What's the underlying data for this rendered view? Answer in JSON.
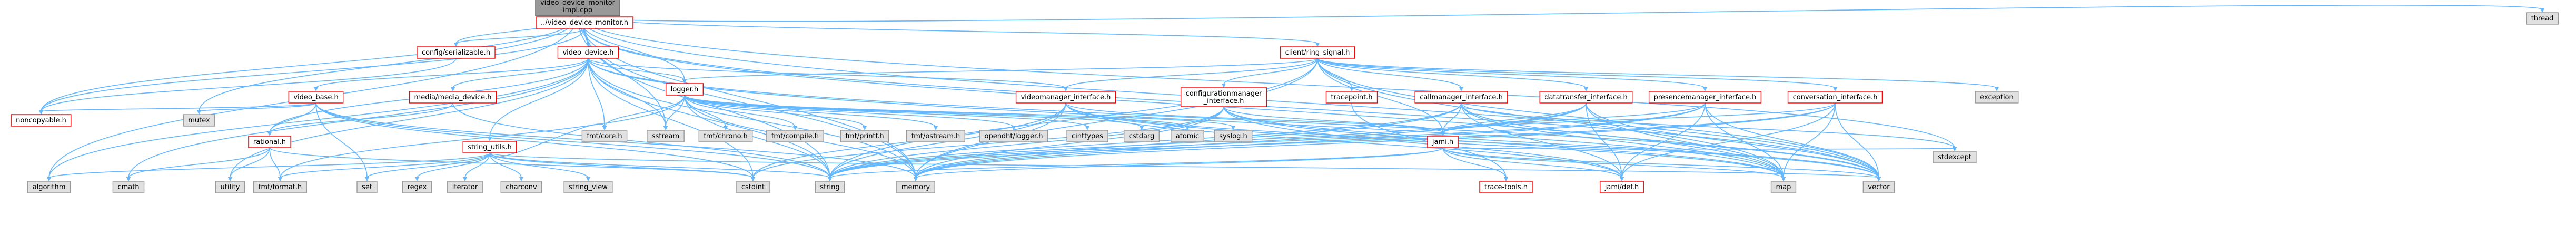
{
  "colors": {
    "root_fill": "#999999",
    "root_stroke": "#666666",
    "project_fill": "#ffffff",
    "project_stroke": "#ff0000",
    "system_fill": "#e0e0e0",
    "system_stroke": "#999999",
    "edge": "#63b8ff"
  },
  "nodes": [
    {
      "id": "root",
      "kind": "root",
      "label": [
        "video_device_monitor",
        "impl.cpp"
      ]
    },
    {
      "id": "thread",
      "kind": "system",
      "label": [
        "thread"
      ]
    },
    {
      "id": "vdm",
      "kind": "project",
      "label": [
        "../video_device_monitor.h"
      ]
    },
    {
      "id": "config_ser",
      "kind": "project",
      "label": [
        "config/serializable.h"
      ]
    },
    {
      "id": "video_device",
      "kind": "project",
      "label": [
        "video_device.h"
      ]
    },
    {
      "id": "client_ring",
      "kind": "project",
      "label": [
        "client/ring_signal.h"
      ]
    },
    {
      "id": "noncopyable",
      "kind": "project",
      "label": [
        "noncopyable.h"
      ]
    },
    {
      "id": "video_base",
      "kind": "project",
      "label": [
        "video_base.h"
      ]
    },
    {
      "id": "media_device",
      "kind": "project",
      "label": [
        "media/media_device.h"
      ]
    },
    {
      "id": "rational",
      "kind": "project",
      "label": [
        "rational.h"
      ]
    },
    {
      "id": "logger",
      "kind": "project",
      "label": [
        "logger.h"
      ]
    },
    {
      "id": "string_utils",
      "kind": "project",
      "label": [
        "string_utils.h"
      ]
    },
    {
      "id": "videomanager",
      "kind": "project",
      "label": [
        "videomanager_interface.h"
      ]
    },
    {
      "id": "configmanager",
      "kind": "project",
      "label": [
        "configurationmanager",
        "_interface.h"
      ]
    },
    {
      "id": "tracepoint",
      "kind": "project",
      "label": [
        "tracepoint.h"
      ]
    },
    {
      "id": "callmanager",
      "kind": "project",
      "label": [
        "callmanager_interface.h"
      ]
    },
    {
      "id": "datatransfer",
      "kind": "project",
      "label": [
        "datatransfer_interface.h"
      ]
    },
    {
      "id": "presencemanager",
      "kind": "project",
      "label": [
        "presencemanager_interface.h"
      ]
    },
    {
      "id": "conversation",
      "kind": "project",
      "label": [
        "conversation_interface.h"
      ]
    },
    {
      "id": "jami",
      "kind": "project",
      "label": [
        "jami.h"
      ]
    },
    {
      "id": "mutex",
      "kind": "system",
      "label": [
        "mutex"
      ]
    },
    {
      "id": "algorithm",
      "kind": "system",
      "label": [
        "algorithm"
      ]
    },
    {
      "id": "cmath",
      "kind": "system",
      "label": [
        "cmath"
      ]
    },
    {
      "id": "utility",
      "kind": "system",
      "label": [
        "utility"
      ]
    },
    {
      "id": "fmt_format",
      "kind": "system",
      "label": [
        "fmt/format.h"
      ]
    },
    {
      "id": "set",
      "kind": "system",
      "label": [
        "set"
      ]
    },
    {
      "id": "regex",
      "kind": "system",
      "label": [
        "regex"
      ]
    },
    {
      "id": "iterator",
      "kind": "system",
      "label": [
        "iterator"
      ]
    },
    {
      "id": "charconv",
      "kind": "system",
      "label": [
        "charconv"
      ]
    },
    {
      "id": "string_view",
      "kind": "system",
      "label": [
        "string_view"
      ]
    },
    {
      "id": "fmt_core",
      "kind": "system",
      "label": [
        "fmt/core.h"
      ]
    },
    {
      "id": "sstream",
      "kind": "system",
      "label": [
        "sstream"
      ]
    },
    {
      "id": "fmt_chrono",
      "kind": "system",
      "label": [
        "fmt/chrono.h"
      ]
    },
    {
      "id": "fmt_compile",
      "kind": "system",
      "label": [
        "fmt/compile.h"
      ]
    },
    {
      "id": "fmt_printf",
      "kind": "system",
      "label": [
        "fmt/printf.h"
      ]
    },
    {
      "id": "fmt_ostream",
      "kind": "system",
      "label": [
        "fmt/ostream.h"
      ]
    },
    {
      "id": "opendht_logger",
      "kind": "system",
      "label": [
        "opendht/logger.h"
      ]
    },
    {
      "id": "cinttypes",
      "kind": "system",
      "label": [
        "cinttypes"
      ]
    },
    {
      "id": "cstdarg",
      "kind": "system",
      "label": [
        "cstdarg"
      ]
    },
    {
      "id": "atomic",
      "kind": "system",
      "label": [
        "atomic"
      ]
    },
    {
      "id": "syslog",
      "kind": "system",
      "label": [
        "syslog.h"
      ]
    },
    {
      "id": "cstdint",
      "kind": "system",
      "label": [
        "cstdint"
      ]
    },
    {
      "id": "string",
      "kind": "system",
      "label": [
        "string"
      ]
    },
    {
      "id": "memory",
      "kind": "system",
      "label": [
        "memory"
      ]
    },
    {
      "id": "trace_tools",
      "kind": "project",
      "label": [
        "trace-tools.h"
      ]
    },
    {
      "id": "jami_def",
      "kind": "project",
      "label": [
        "jami/def.h"
      ]
    },
    {
      "id": "map",
      "kind": "system",
      "label": [
        "map"
      ]
    },
    {
      "id": "vector",
      "kind": "system",
      "label": [
        "vector"
      ]
    },
    {
      "id": "stdexcept",
      "kind": "system",
      "label": [
        "stdexcept"
      ]
    },
    {
      "id": "exception",
      "kind": "system",
      "label": [
        "exception"
      ]
    }
  ],
  "edges": [
    [
      "root",
      "thread"
    ],
    [
      "root",
      "vdm"
    ],
    [
      "root",
      "config_ser"
    ],
    [
      "root",
      "video_device"
    ],
    [
      "root",
      "client_ring"
    ],
    [
      "root",
      "noncopyable"
    ],
    [
      "root",
      "mutex"
    ],
    [
      "root",
      "algorithm"
    ],
    [
      "root",
      "logger"
    ],
    [
      "root",
      "sstream"
    ],
    [
      "root",
      "vector"
    ],
    [
      "root",
      "memory"
    ],
    [
      "root",
      "stdexcept"
    ],
    [
      "vdm",
      "noncopyable"
    ],
    [
      "vdm",
      "config_ser"
    ],
    [
      "vdm",
      "video_device"
    ],
    [
      "vdm",
      "map"
    ],
    [
      "vdm",
      "memory"
    ],
    [
      "vdm",
      "vector"
    ],
    [
      "vdm",
      "string"
    ],
    [
      "config_ser",
      "noncopyable"
    ],
    [
      "video_device",
      "video_base"
    ],
    [
      "video_device",
      "media_device"
    ],
    [
      "video_device",
      "rational"
    ],
    [
      "video_device",
      "logger"
    ],
    [
      "video_device",
      "string_utils"
    ],
    [
      "video_device",
      "videomanager"
    ],
    [
      "video_device",
      "cmath"
    ],
    [
      "video_device",
      "fmt_core"
    ],
    [
      "video_device",
      "sstream"
    ],
    [
      "video_device",
      "map"
    ],
    [
      "video_device",
      "memory"
    ],
    [
      "video_device",
      "string"
    ],
    [
      "video_device",
      "vector"
    ],
    [
      "video_device",
      "algorithm"
    ],
    [
      "video_device",
      "utility"
    ],
    [
      "video_device",
      "cstdint"
    ],
    [
      "video_base",
      "noncopyable"
    ],
    [
      "video_base",
      "mutex"
    ],
    [
      "video_base",
      "rational"
    ],
    [
      "video_base",
      "set"
    ],
    [
      "video_base",
      "cstdint"
    ],
    [
      "video_base",
      "memory"
    ],
    [
      "video_base",
      "string"
    ],
    [
      "media_device",
      "rational"
    ],
    [
      "media_device",
      "string"
    ],
    [
      "rational",
      "utility"
    ],
    [
      "rational",
      "cmath"
    ],
    [
      "rational",
      "cstdint"
    ],
    [
      "rational",
      "fmt_format"
    ],
    [
      "logger",
      "fmt_core"
    ],
    [
      "logger",
      "fmt_format"
    ],
    [
      "logger",
      "fmt_chrono"
    ],
    [
      "logger",
      "fmt_compile"
    ],
    [
      "logger",
      "fmt_printf"
    ],
    [
      "logger",
      "fmt_ostream"
    ],
    [
      "logger",
      "opendht_logger"
    ],
    [
      "logger",
      "cinttypes"
    ],
    [
      "logger",
      "cstdarg"
    ],
    [
      "logger",
      "atomic"
    ],
    [
      "logger",
      "syslog"
    ],
    [
      "logger",
      "sstream"
    ],
    [
      "logger",
      "string"
    ],
    [
      "logger",
      "memory"
    ],
    [
      "string_utils",
      "cstdint"
    ],
    [
      "string_utils",
      "string"
    ],
    [
      "string_utils",
      "vector"
    ],
    [
      "string_utils",
      "set"
    ],
    [
      "string_utils",
      "algorithm"
    ],
    [
      "string_utils",
      "regex"
    ],
    [
      "string_utils",
      "iterator"
    ],
    [
      "string_utils",
      "charconv"
    ],
    [
      "string_utils",
      "string_view"
    ],
    [
      "string_utils",
      "fmt_core"
    ],
    [
      "string_utils",
      "fmt_format"
    ],
    [
      "client_ring",
      "logger"
    ],
    [
      "client_ring",
      "videomanager"
    ],
    [
      "client_ring",
      "configmanager"
    ],
    [
      "client_ring",
      "tracepoint"
    ],
    [
      "client_ring",
      "callmanager"
    ],
    [
      "client_ring",
      "datatransfer"
    ],
    [
      "client_ring",
      "presencemanager"
    ],
    [
      "client_ring",
      "conversation"
    ],
    [
      "client_ring",
      "jami"
    ],
    [
      "client_ring",
      "exception"
    ],
    [
      "client_ring",
      "memory"
    ],
    [
      "client_ring",
      "map"
    ],
    [
      "client_ring",
      "vector"
    ],
    [
      "client_ring",
      "string"
    ],
    [
      "videomanager",
      "jami"
    ],
    [
      "videomanager",
      "jami_def"
    ],
    [
      "videomanager",
      "memory"
    ],
    [
      "videomanager",
      "map"
    ],
    [
      "videomanager",
      "string"
    ],
    [
      "videomanager",
      "vector"
    ],
    [
      "videomanager",
      "cstdint"
    ],
    [
      "configmanager",
      "jami"
    ],
    [
      "configmanager",
      "jami_def"
    ],
    [
      "configmanager",
      "map"
    ],
    [
      "configmanager",
      "string"
    ],
    [
      "configmanager",
      "vector"
    ],
    [
      "configmanager",
      "cstdint"
    ],
    [
      "configmanager",
      "memory"
    ],
    [
      "tracepoint",
      "trace_tools"
    ],
    [
      "callmanager",
      "jami"
    ],
    [
      "callmanager",
      "jami_def"
    ],
    [
      "callmanager",
      "map"
    ],
    [
      "callmanager",
      "memory"
    ],
    [
      "callmanager",
      "string"
    ],
    [
      "callmanager",
      "vector"
    ],
    [
      "callmanager",
      "stdexcept"
    ],
    [
      "datatransfer",
      "jami"
    ],
    [
      "datatransfer",
      "jami_def"
    ],
    [
      "datatransfer",
      "map"
    ],
    [
      "datatransfer",
      "memory"
    ],
    [
      "datatransfer",
      "string"
    ],
    [
      "datatransfer",
      "vector"
    ],
    [
      "presencemanager",
      "jami"
    ],
    [
      "presencemanager",
      "jami_def"
    ],
    [
      "presencemanager",
      "map"
    ],
    [
      "presencemanager",
      "memory"
    ],
    [
      "presencemanager",
      "string"
    ],
    [
      "presencemanager",
      "vector"
    ],
    [
      "conversation",
      "jami"
    ],
    [
      "conversation",
      "jami_def"
    ],
    [
      "conversation",
      "map"
    ],
    [
      "conversation",
      "memory"
    ],
    [
      "conversation",
      "string"
    ],
    [
      "conversation",
      "vector"
    ],
    [
      "jami",
      "jami_def"
    ],
    [
      "jami",
      "trace_tools"
    ],
    [
      "jami",
      "map"
    ],
    [
      "jami",
      "memory"
    ],
    [
      "jami",
      "string"
    ],
    [
      "jami",
      "vector"
    ],
    [
      "jami",
      "stdexcept"
    ]
  ]
}
